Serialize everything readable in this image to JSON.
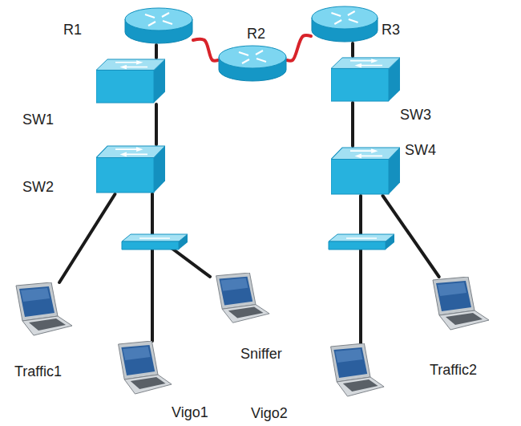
{
  "diagram": {
    "nodes": [
      {
        "text": [
          "R1"
        ]
      },
      {
        "text": [
          "R2"
        ]
      },
      {
        "text": [
          "R3"
        ]
      },
      {
        "text": [
          "SW1"
        ]
      },
      {
        "text": [
          "SW3"
        ]
      },
      {
        "text": [
          "SW2"
        ]
      },
      {
        "text": [
          "SW4"
        ]
      },
      {
        "text": [
          "Traffic1"
        ]
      },
      {
        "text": [
          "Sniffer"
        ]
      },
      {
        "text": [
          "Traffic2"
        ]
      },
      {
        "text": [
          "Vigo1"
        ]
      },
      {
        "text": [
          "Vigo2"
        ]
      }
    ],
    "edges": [
      {
        "from": 0,
        "to": 1,
        "arrow": "none"
      },
      {
        "from": 1,
        "to": 2,
        "arrow": "none"
      },
      {
        "from": 0,
        "to": 3,
        "arrow": "none"
      },
      {
        "from": 3,
        "to": 5,
        "arrow": "none"
      },
      {
        "from": 2,
        "to": 4,
        "arrow": "none"
      },
      {
        "from": 4,
        "to": 6,
        "arrow": "none"
      },
      {
        "from": 5,
        "to": 7,
        "arrow": "none"
      },
      {
        "from": 5,
        "to": 10,
        "arrow": "none"
      },
      {
        "from": 5,
        "to": 8,
        "arrow": "none"
      },
      {
        "from": 6,
        "to": 11,
        "arrow": "none"
      },
      {
        "from": 6,
        "to": 9,
        "arrow": "none"
      }
    ]
  }
}
